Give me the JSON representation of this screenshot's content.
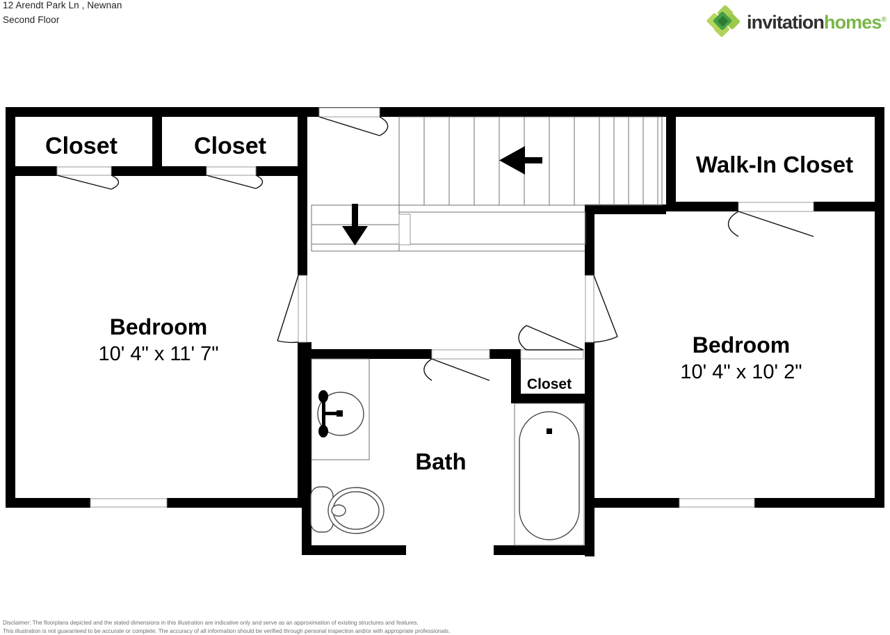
{
  "header": {
    "address": "12 Arendt Park Ln , Newnan",
    "floor_label": "Second Floor"
  },
  "logo": {
    "brand_primary": "invitation",
    "brand_secondary": "homes",
    "trademark": "®",
    "mark_icon": "green-diamond-cluster-icon",
    "colors": {
      "wordmark_dark": "#2f2f2f",
      "brand_green": "#7ab648",
      "mark_light_green": "#a6ce4e",
      "mark_mid_green": "#8cc63f",
      "mark_dark_green": "#3f9c35",
      "mark_deep_green": "#2e7d32"
    }
  },
  "plan": {
    "title": "second-floor-floor-plan",
    "rooms": [
      {
        "id": "closet-left",
        "name": "Closet",
        "dims": ""
      },
      {
        "id": "closet-right",
        "name": "Closet",
        "dims": ""
      },
      {
        "id": "walk-in-closet",
        "name": "Walk-In Closet",
        "dims": ""
      },
      {
        "id": "bedroom-left",
        "name": "Bedroom",
        "dims": "10' 4\" x 11' 7\""
      },
      {
        "id": "bedroom-right",
        "name": "Bedroom",
        "dims": "10' 4\" x 10' 2\""
      },
      {
        "id": "bath",
        "name": "Bath",
        "dims": ""
      },
      {
        "id": "bath-closet",
        "name": "Closet",
        "dims": ""
      }
    ],
    "annotations": {
      "stair_up_arrow": "arrow-left-icon",
      "hall_down_arrow": "arrow-down-icon"
    },
    "fixtures": [
      "sink-icon",
      "toilet-icon",
      "bathtub-icon"
    ],
    "wall_color": "#000000",
    "background": "#ffffff"
  },
  "disclaimer": {
    "line1": "Disclaimer: The floorplans depicted and the stated dimensions in this illustration are indicative only and serve as an approximation of existing structures and features.",
    "line2": "This illustration is not guaranteed to be accurate or complete. The accuracy of all information should be verified through personal inspection and/or with appropriate professionals."
  }
}
